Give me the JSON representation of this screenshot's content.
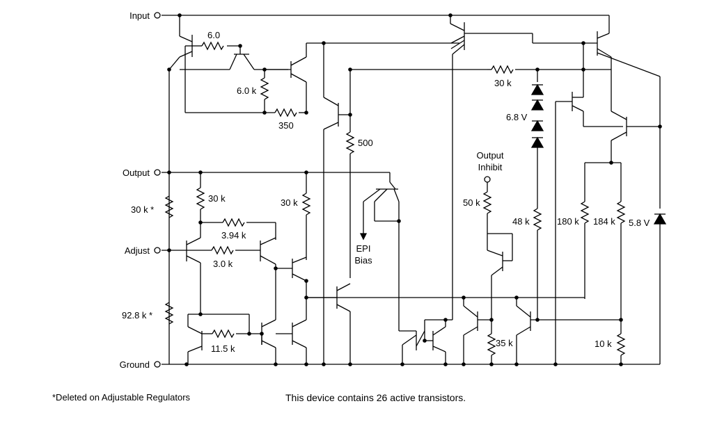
{
  "pins": {
    "input": "Input",
    "output": "Output",
    "adjust": "Adjust",
    "ground": "Ground"
  },
  "output_inhibit": {
    "line1": "Output",
    "line2": "Inhibit"
  },
  "epi_bias": {
    "line1": "EPI",
    "line2": "Bias"
  },
  "resistors": {
    "r_6_0": "6.0",
    "r_6_0k": "6.0 k",
    "r_350": "350",
    "r_30k_top": "30 k",
    "r_500": "500",
    "r_30k_star": "30 k *",
    "r_30k_mid": "30 k",
    "r_30k_right": "30 k",
    "r_3_94k": "3.94 k",
    "r_3_0k": "3.0 k",
    "r_92_8k": "92.8 k *",
    "r_11_5k": "11.5 k",
    "r_50k": "50 k",
    "r_48k": "48 k",
    "r_180k": "180 k",
    "r_184k": "184 k",
    "r_35k": "35 k",
    "r_10k": "10 k"
  },
  "zeners": {
    "z_6_8v": "6.8 V",
    "z_5_8v": "5.8 V"
  },
  "footnote": "*Deleted on Adjustable Regulators",
  "transistor_note": "This device contains 26 active transistors."
}
